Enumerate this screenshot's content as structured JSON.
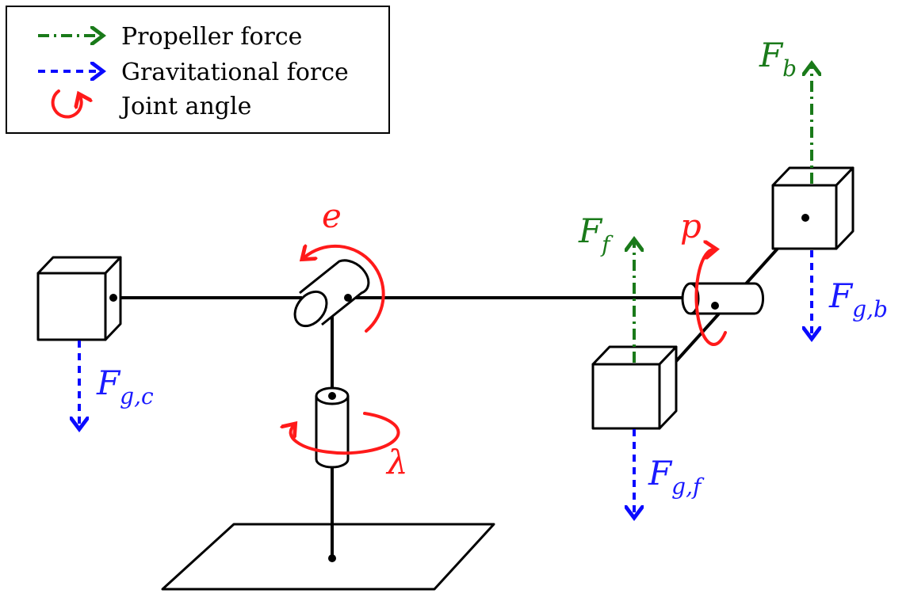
{
  "legend": {
    "items": [
      {
        "label": "Propeller force",
        "style": "green dash-dot arrow",
        "color": "#1a7a1a"
      },
      {
        "label": "Gravitational force",
        "style": "blue dashed arrow",
        "color": "#1a1aff"
      },
      {
        "label": "Joint angle",
        "style": "red curved arrow",
        "color": "#ff1a1a"
      }
    ]
  },
  "labels": {
    "elevation": "e",
    "travel": "λ",
    "pitch": "p",
    "propeller_back": {
      "base": "F",
      "sub": "b"
    },
    "propeller_front": {
      "base": "F",
      "sub": "f"
    },
    "gravity_back": {
      "base": "F",
      "sub": "g,b"
    },
    "gravity_front": {
      "base": "F",
      "sub": "g,f"
    },
    "gravity_counterweight": {
      "base": "F",
      "sub": "g,c"
    }
  },
  "colors": {
    "propeller": "#1a7a1a",
    "gravity": "#1a1aff",
    "joint": "#ff1a1a"
  }
}
